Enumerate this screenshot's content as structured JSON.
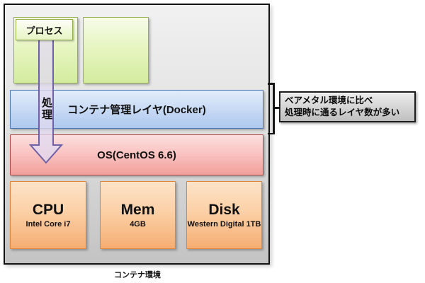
{
  "diagram": {
    "title": "コンテナ環境",
    "process_box": {
      "label": "プロセス"
    },
    "arrow": {
      "label": "処理"
    },
    "layers": {
      "docker": {
        "label": "コンテナ管理レイヤ(Docker)"
      },
      "os": {
        "label": "OS(CentOS 6.6)"
      }
    },
    "hardware": [
      {
        "name": "CPU",
        "detail": "Intel Core i7"
      },
      {
        "name": "Mem",
        "detail": "4GB"
      },
      {
        "name": "Disk",
        "detail": "Western Digital 1TB"
      }
    ],
    "callout": {
      "line1": "ベアメタル環境に比べ",
      "line2": "処理時に通るレイヤ数が多い"
    },
    "colors": {
      "container_fill": "#e2e2e2",
      "container_border": "#141414",
      "green_fill": "#e7f5c2",
      "green_border": "#93b04a",
      "blue_fill": "#cbdcf5",
      "blue_border": "#4a77b4",
      "red_fill": "#f9c4c2",
      "red_border": "#b04743",
      "orange_fill": "#fbd0a6",
      "orange_border": "#e08438",
      "arrow_fill": "rgba(225,218,240,0.78)",
      "arrow_stroke": "#6f60a8",
      "callout_fill": "#d8d8d8"
    }
  }
}
